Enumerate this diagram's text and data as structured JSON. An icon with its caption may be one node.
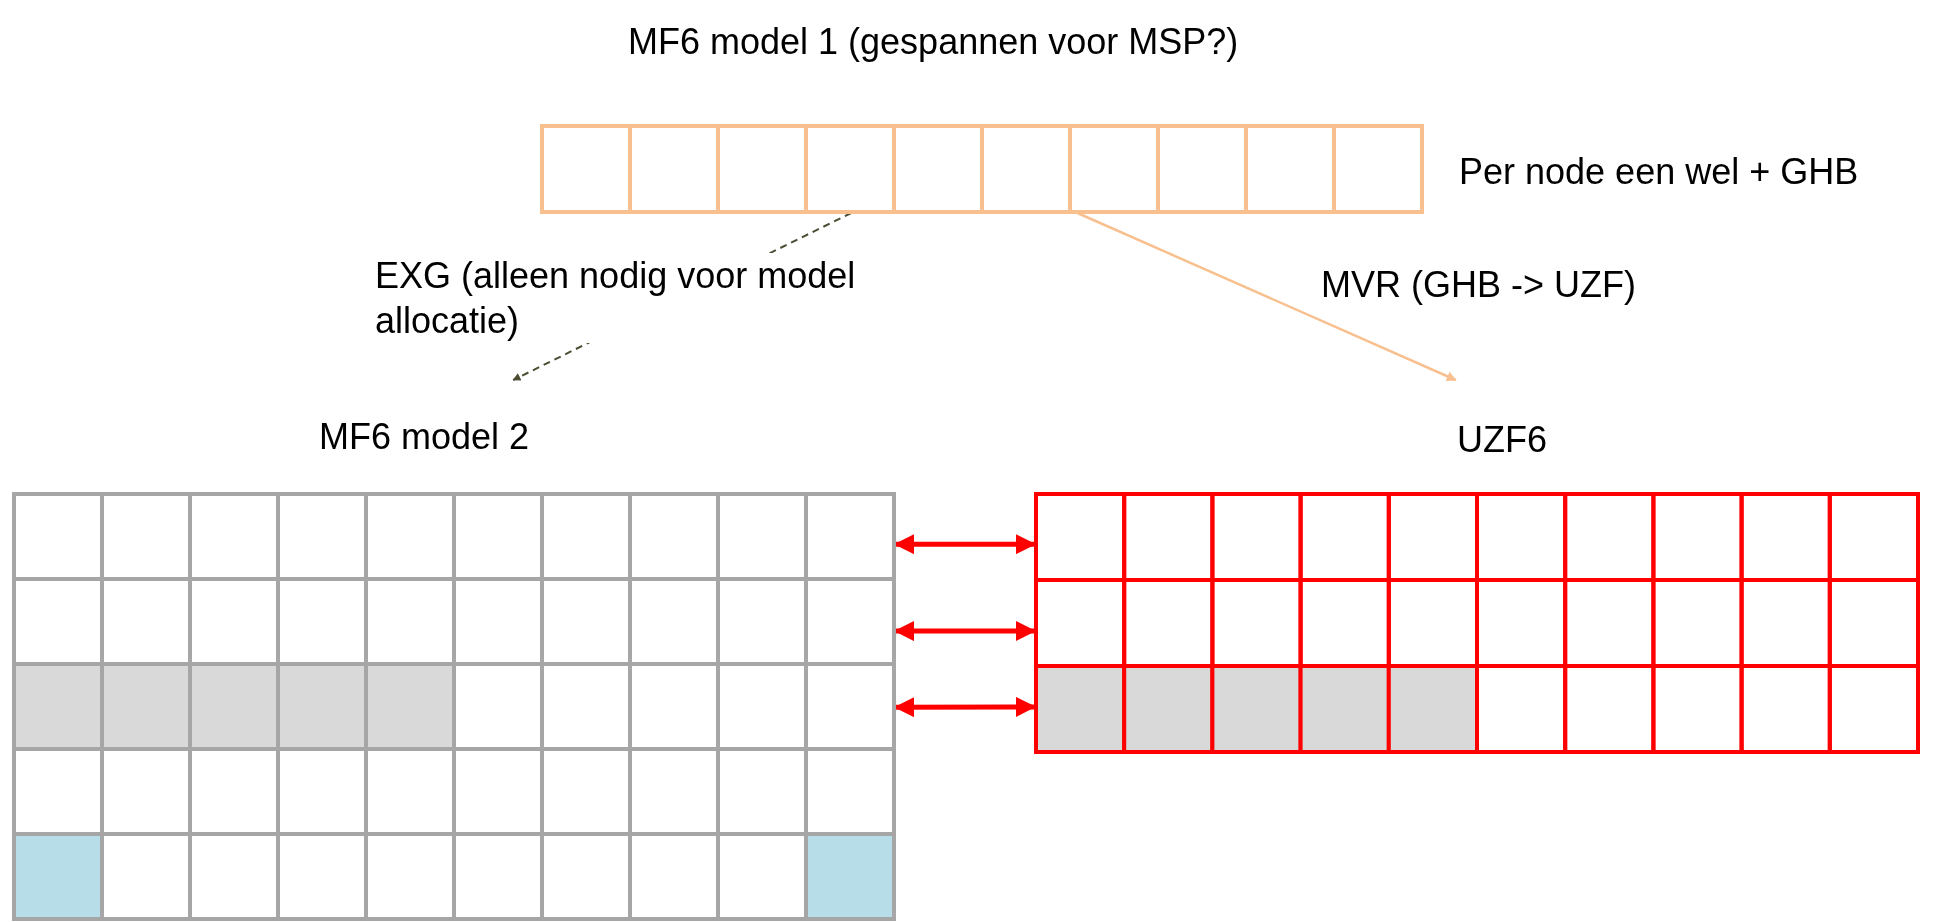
{
  "diagram": {
    "nodes": [
      {
        "text": [
          "MF6 model 1 (gespannen voor MSP?)"
        ],
        "beside": [
          "Per node een wel + GHB"
        ]
      },
      {
        "text": [
          "MF6 model 2"
        ]
      },
      {
        "text": [
          "UZF6"
        ]
      }
    ],
    "edges": [
      {
        "from": 0,
        "to": 1,
        "arrow": "to",
        "label": "EXG (alleen nodig voor model allocatie)",
        "style": "dashed",
        "color": "#4d4d33"
      },
      {
        "from": 0,
        "to": 2,
        "arrow": "to",
        "label": "MVR (GHB -> UZF)",
        "color": "#f8c08e"
      },
      {
        "from": 1,
        "to": 2,
        "arrow": "both"
      },
      {
        "from": 1,
        "to": 2,
        "arrow": "both"
      },
      {
        "from": 1,
        "to": 2,
        "arrow": "both"
      }
    ]
  }
}
